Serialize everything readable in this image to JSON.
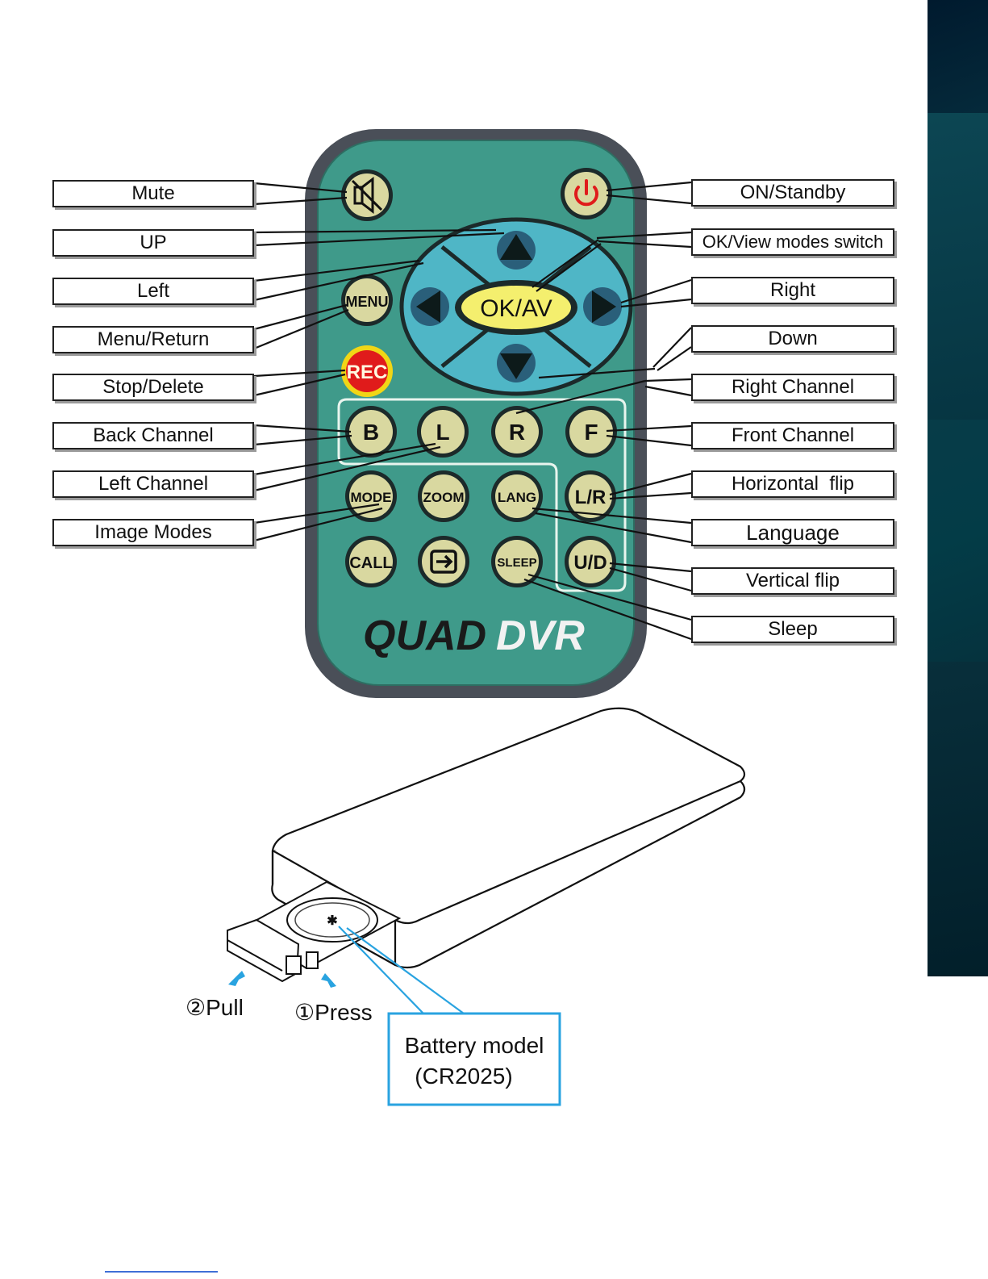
{
  "colors": {
    "remote_body": "#3f9a8a",
    "remote_rim": "#4a4f58",
    "dpad": "#4fb6c6",
    "button_face": "#d9d8a0",
    "ok_button": "#f4ef6e",
    "rec_button": "#e01b1b",
    "rec_ring": "#f1d616",
    "power_icon": "#e01b1b",
    "battery_callout": "#29a3e0"
  },
  "callouts": {
    "left": [
      "Mute",
      "UP",
      "Left",
      "Menu/Return",
      "Stop/Delete",
      "Back Channel",
      "Left Channel",
      "Image Modes"
    ],
    "right": [
      "ON/Standby",
      "OK/View modes switch",
      "Right",
      "Down",
      "Right Channel",
      "Front Channel",
      "Horizontal  flip",
      "Language",
      "Vertical flip",
      "Sleep"
    ]
  },
  "remote": {
    "buttons": {
      "mute_icon": "mute-speaker-icon",
      "power_icon": "power-icon",
      "menu": "MENU",
      "ok": "OK/AV",
      "rec": "REC",
      "b": "B",
      "l": "L",
      "r": "R",
      "f": "F",
      "mode": "MODE",
      "zoom": "ZOOM",
      "lang": "LANG",
      "lr": "L/R",
      "call": "CALL",
      "switch_icon": "input-switch-icon",
      "sleep": "SLEEP",
      "ud": "U/D"
    },
    "brand_part1": "QUAD",
    "brand_part2": "DVR"
  },
  "battery_diagram": {
    "step_pull": "②Pull",
    "step_press": "①Press",
    "battery_line1": "Battery  model",
    "battery_line2": "(CR2025)"
  }
}
